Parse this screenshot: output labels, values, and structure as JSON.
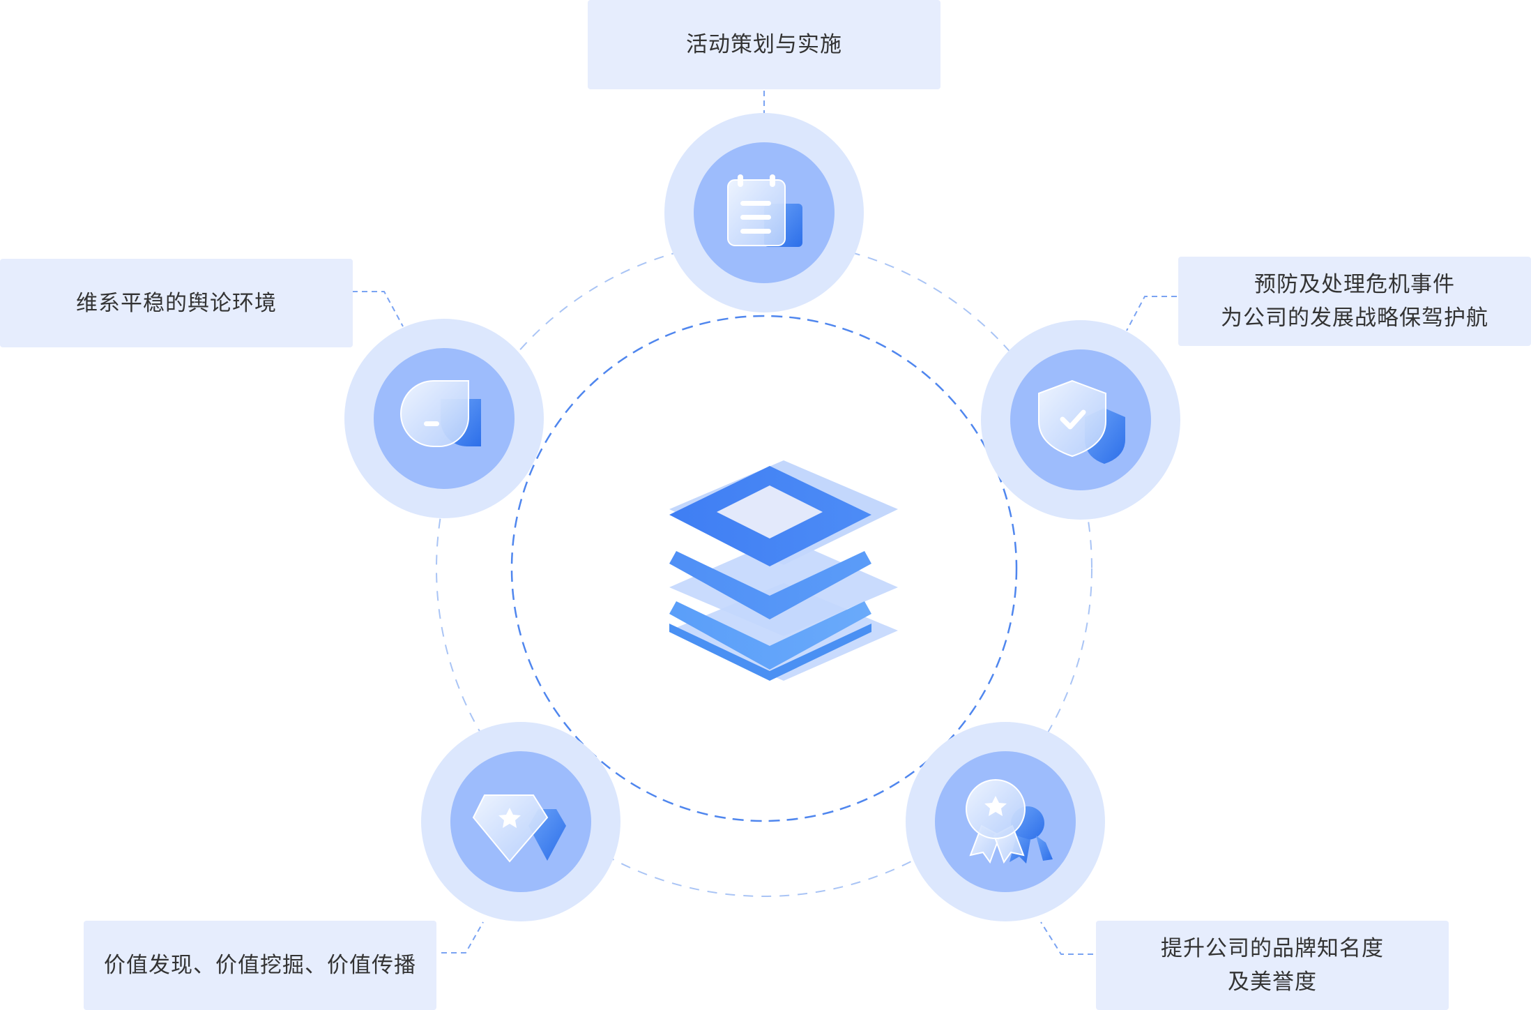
{
  "nodes": {
    "top": {
      "icon": "clipboard-icon",
      "lines": [
        "活动策划与实施"
      ]
    },
    "upper_left": {
      "icon": "chat-bubble-icon",
      "lines": [
        "维系平稳的舆论环境"
      ]
    },
    "upper_right": {
      "icon": "shield-check-icon",
      "lines": [
        "预防及处理危机事件",
        "为公司的发展战略保驾护航"
      ]
    },
    "lower_left": {
      "icon": "diamond-star-icon",
      "lines": [
        "价值发现、价值挖掘、价值传播"
      ]
    },
    "lower_right": {
      "icon": "award-ribbon-icon",
      "lines": [
        "提升公司的品牌知名度",
        "及美誉度"
      ]
    }
  },
  "center": {
    "icon": "stacked-layers-icon"
  },
  "colors": {
    "label_bg": "#e6edfd",
    "outer_ring": "#dce7fd",
    "inner_ring": "#9dbcfc",
    "accent": "#3f7ef3",
    "dash": "#5b8ff0"
  }
}
